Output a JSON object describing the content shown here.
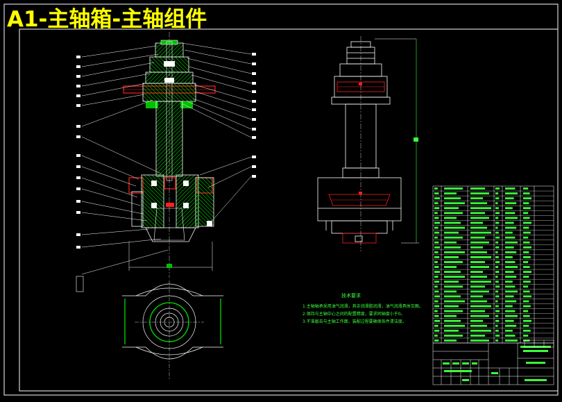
{
  "title": "A1-主轴箱-主轴组件",
  "notes": {
    "heading": "技术要求",
    "lines": [
      "1.主轴轴承采用油气润滑，其余润滑脂润滑，油气润滑具体见图。",
      "2.保持与主轴中心之间的配置精度，要求同轴度小于0。",
      "3.不准敲击与主轴工作面，装配过程要确保各件清洁度。"
    ]
  },
  "colors": {
    "background": "#000000",
    "frame": "#ffffff",
    "title": "#ffff00",
    "section_hatch": "#00c000",
    "notes": "#3cff3c",
    "red_parts": "#ff2020"
  }
}
